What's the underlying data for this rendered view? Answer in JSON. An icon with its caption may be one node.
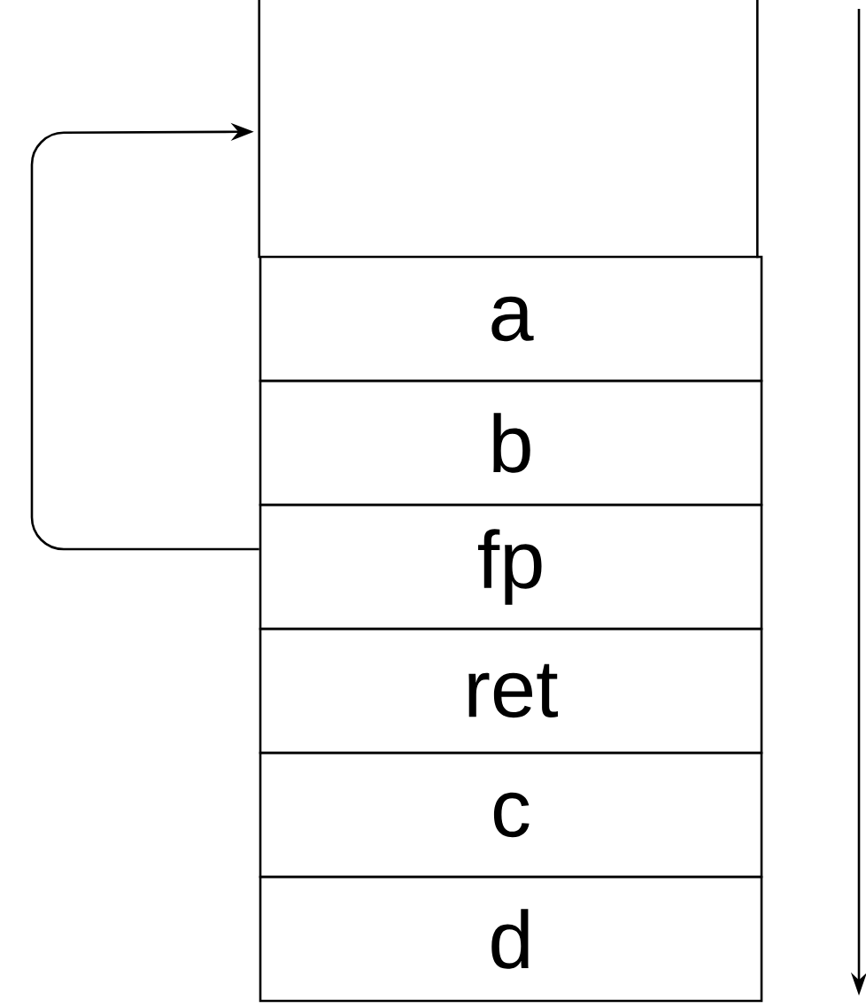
{
  "diagram": {
    "nodes": [
      {
        "text": [],
        "shape": "box"
      },
      {
        "text": [
          "a"
        ]
      },
      {
        "text": [
          "b"
        ]
      },
      {
        "text": [
          "fp"
        ]
      },
      {
        "text": [
          "ret"
        ]
      },
      {
        "text": [
          "c"
        ]
      },
      {
        "text": [
          "d"
        ]
      }
    ],
    "edges": [
      {
        "from": 3,
        "to": 0,
        "arrow": "to"
      }
    ]
  }
}
